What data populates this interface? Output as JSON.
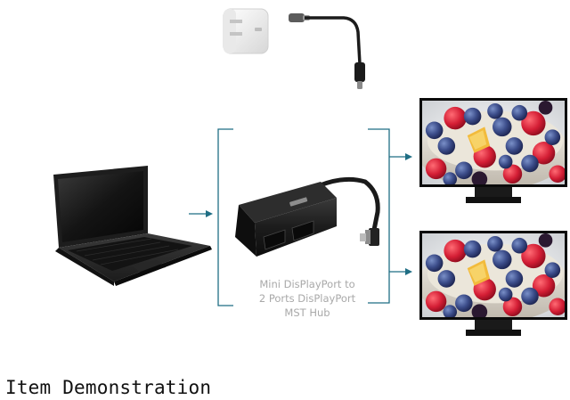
{
  "diagram": {
    "product_label": [
      "Mini DisPlayPort to",
      "2 Ports DisPlayPort",
      "MST Hub"
    ],
    "colors": {
      "connector_line": "#1f6e84",
      "laptop_body": "#2b2b2b",
      "hub_body": "#1d1d1d",
      "label_text": "#a9a9a9",
      "power_adapter": "#f1f1f1"
    },
    "icons": [
      "power-adapter-icon",
      "usb-c-cable-icon",
      "laptop-icon",
      "mst-hub-icon",
      "monitor-icon"
    ]
  },
  "footer": {
    "caption": "Item Demonstration"
  }
}
